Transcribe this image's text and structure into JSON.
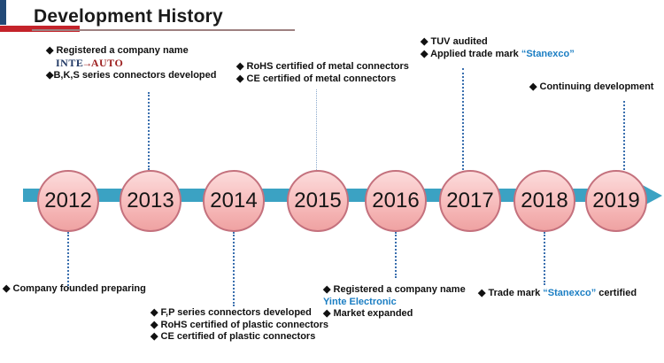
{
  "header": {
    "title": "Development History"
  },
  "timeline": {
    "years": [
      "2012",
      "2013",
      "2014",
      "2015",
      "2016",
      "2017",
      "2018",
      "2019"
    ]
  },
  "annotations": {
    "y2013_top": {
      "line1": "◆ Registered a company name",
      "logo_part1": "INTE",
      "logo_arrow": "→",
      "logo_part2": "AUTO",
      "line3": "◆B,K,S series connectors developed"
    },
    "y2015_top": {
      "line1": "◆ RoHS certified of metal connectors",
      "line2": "◆ CE certified of metal connectors"
    },
    "y2017_top": {
      "line1": "◆ TUV audited",
      "line2_prefix": "◆  Applied trade mark ",
      "line2_highlight": "“Stanexco”"
    },
    "y2019_top": {
      "line1": "◆  Continuing development"
    },
    "y2012_bottom": {
      "line1": "◆  Company founded preparing"
    },
    "y2014_bottom": {
      "line1": "◆ F,P series connectors developed",
      "line2": "◆ RoHS certified of plastic connectors",
      "line3": "◆ CE certified of plastic connectors"
    },
    "y2016_bottom": {
      "line1": "◆  Registered a company name",
      "line2": "Yinte Electronic",
      "line3": "◆ Market expanded"
    },
    "y2018_bottom": {
      "prefix": "◆  Trade mark ",
      "highlight": "“Stanexco”",
      "suffix": " certified"
    }
  },
  "colors": {
    "timeline_bar": "#3ba2c3",
    "circle_fill_top": "#fcdbdb",
    "circle_fill_bottom": "#efa2a2",
    "circle_border": "#c4717d",
    "connector_blue": "#3a6fae",
    "accent_blue_text": "#1b7ec3",
    "logo_navy": "#203864",
    "logo_red": "#9c1f1f",
    "header_red_bar": "#c4232a",
    "header_navy_bar": "#234a77",
    "title_underline": "#9e8181"
  }
}
